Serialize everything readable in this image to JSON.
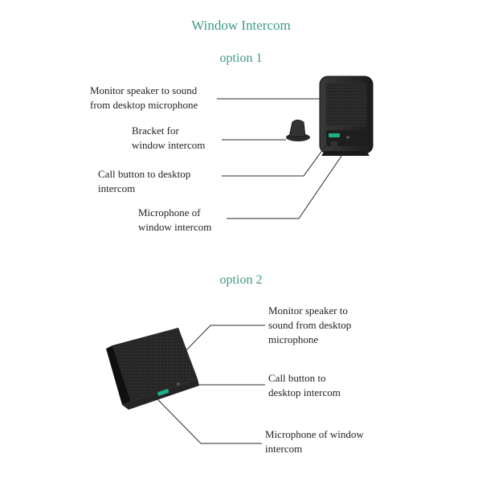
{
  "title": "Window Intercom",
  "option1": {
    "heading": "option 1",
    "labels": {
      "speaker": "Monitor speaker to sound\nfrom desktop microphone",
      "bracket": "Bracket for\nwindow intercom",
      "call_button": "Call button to desktop\nintercom",
      "microphone": "Microphone of\nwindow intercom"
    }
  },
  "option2": {
    "heading": "option 2",
    "labels": {
      "speaker": "Monitor speaker to\nsound from desktop\nmicrophone",
      "call_button": "Call button to\ndesktop intercom",
      "microphone": "Microphone of window\nintercom"
    }
  },
  "colors": {
    "accent": "#3f9a86",
    "device": "#2a2a2a",
    "led": "#1fae8a"
  }
}
